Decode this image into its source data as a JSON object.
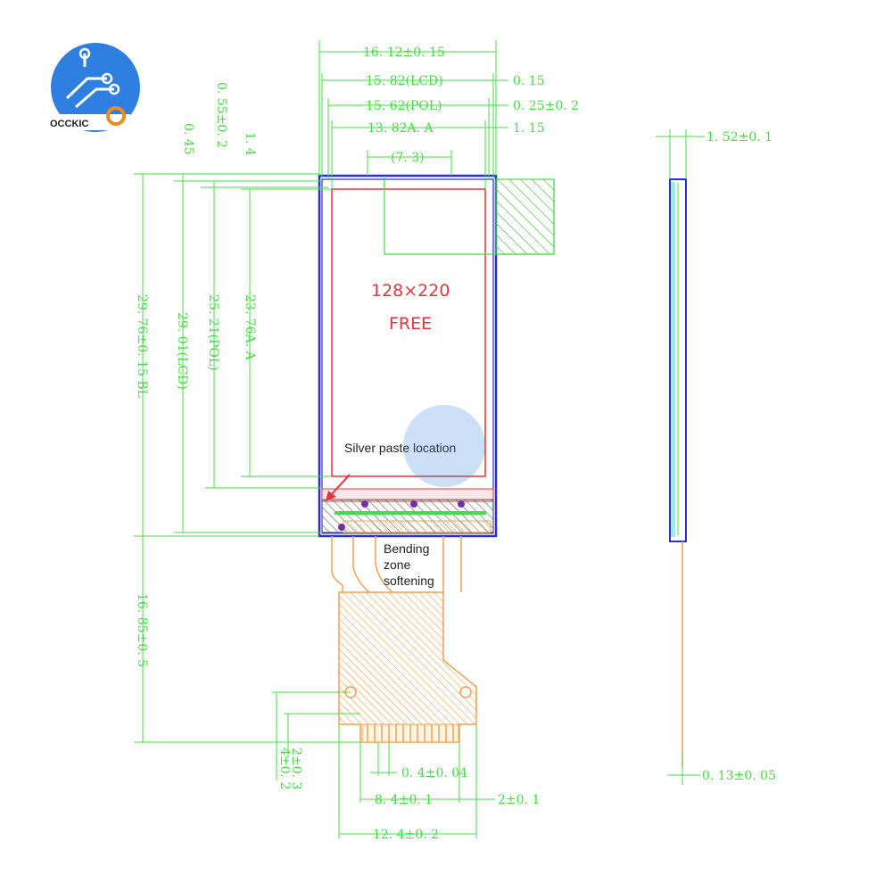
{
  "brand": {
    "name": "OCCKIC"
  },
  "colors": {
    "dimension": "#44dd44",
    "outline_blue": "#2a2ad8",
    "active_area_red": "#e8343c",
    "fpc_orange": "#f0a050",
    "polarizer_cyan": "#9fe8f0",
    "pad_purple": "#7030a0"
  },
  "display": {
    "resolution": "128×220",
    "label": "FREE"
  },
  "annotations": {
    "silver_paste": "Silver paste location",
    "bending_zone_lines": [
      "Bending",
      "zone",
      "softening"
    ]
  },
  "front_view": {
    "top_dims": [
      "16. 12±0. 15",
      "15. 82(LCD)",
      "15. 62(POL)",
      "13. 82A. A",
      "(7. 3)"
    ],
    "right_dims": [
      "0. 15",
      "0. 25±0. 2",
      "1. 15"
    ],
    "vertical_dims": [
      "0. 55±0. 2",
      "0. 45",
      "1. 4",
      "29. 76±0. 15 BL",
      "29. 01(LCD)",
      "25. 21(POL)",
      "23. 76A. A",
      "16. 85±0. 5"
    ],
    "bottom_dims": [
      "2±0. 3",
      "4±0. 2",
      "0. 4±0. 04",
      "8. 4±0. 1",
      "2±0. 1",
      "12. 4±0. 2"
    ]
  },
  "side_view": {
    "thickness": "1. 52±0. 1",
    "fpc_thickness": "0. 13±0. 05"
  }
}
